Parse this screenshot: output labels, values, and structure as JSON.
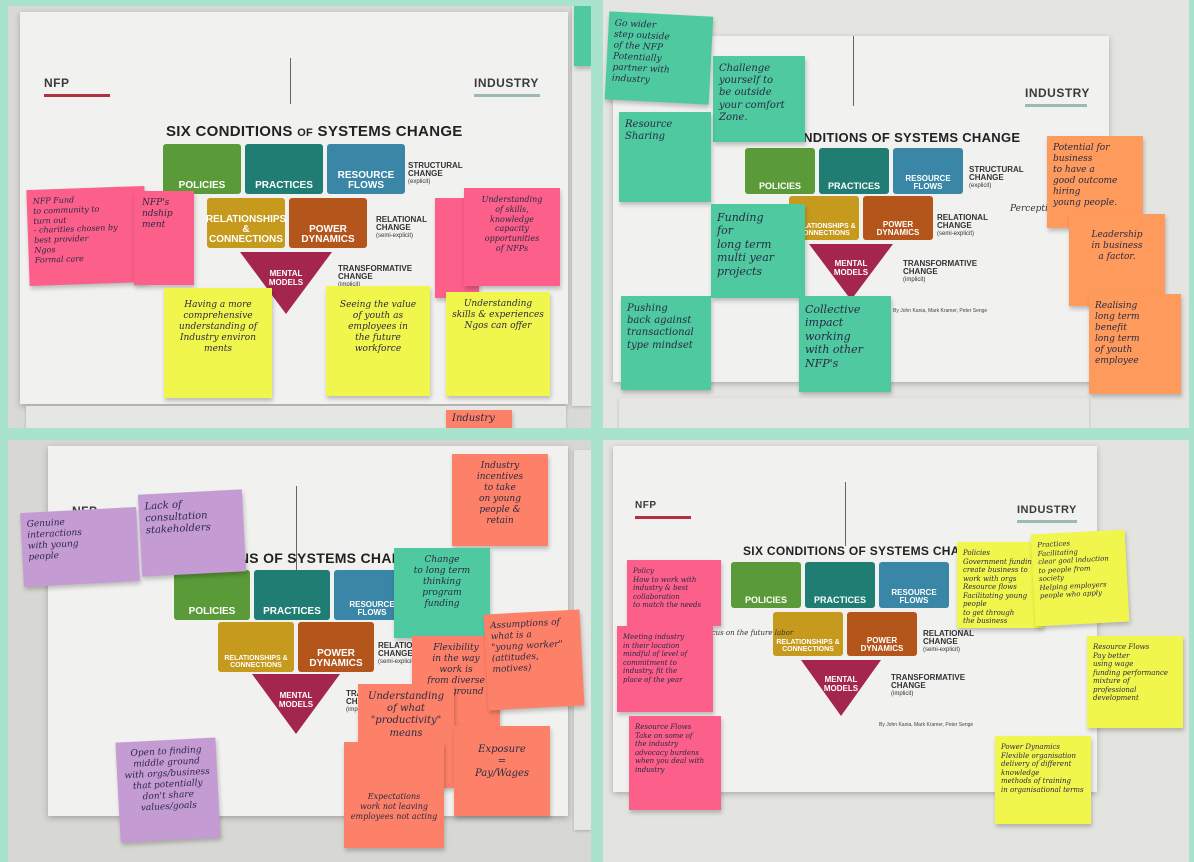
{
  "poster": {
    "nfp_label": "NFP",
    "industry_label": "INDUSTRY",
    "title_main": "SIX CONDITIONS",
    "title_of": "OF",
    "title_rest": "SYSTEMS CHANGE",
    "title_cut": "SIX CONDITIONS OF SYSTEMS CHAN",
    "title_cut_left": "DITIONS OF SYSTEMS CHANGE",
    "title_cut_left2": "CONDITIONS OF SYSTEMS CHANGE",
    "policies": "POLICIES",
    "practices": "PRACTICES",
    "resource_flows": "RESOURCE FLOWS",
    "relationships": "RELATIONSHIPS & CONNECTIONS",
    "power": "POWER DYNAMICS",
    "mental_models": "MENTAL MODELS",
    "structural": "STRUCTURAL CHANGE",
    "structural_sub": "(explicit)",
    "relational": "RELATIONAL CHANGE",
    "relational_sub": "(semi-explicit)",
    "transformative": "TRANSFORMATIVE CHANGE",
    "transformative_sub": "(implicit)",
    "credit": "By John Kania, Mark Kramer, Peter Senge",
    "bottom_tab": "Industry",
    "colors": {
      "policies": "#5a9a38",
      "practices": "#1f7d74",
      "resource_flows": "#3a86a6",
      "relationships": "#c69a1c",
      "power": "#b4561c",
      "mental_models": "#a4264c",
      "nfp_underline": "#b3303e",
      "industry_underline": "#9cb9b7",
      "frame": "#a9e3cd"
    }
  },
  "panels": {
    "top_left": {
      "notes": [
        {
          "text": "NFP Fund\nto community to\nturn out\n- charities chosen by\nbest provider\nNgos\nFormal care",
          "color": "pink"
        },
        {
          "text": "NFP's\nndship\nment",
          "color": "pink"
        },
        {
          "text": "Understanding\nof skills,\nknowledge\ncapacity\nopportunities\nof NFPs",
          "color": "pink"
        },
        {
          "text": "Having a more\ncomprehensive\nunderstanding of\nIndustry environ\nments",
          "color": "yellow"
        },
        {
          "text": "Seeing the value\nof youth as\nemployees in\nthe future\nworkforce",
          "color": "yellow"
        },
        {
          "text": "Understanding\nskills & experiences\nNgos can offer",
          "color": "yellow"
        }
      ]
    },
    "top_right": {
      "notes": [
        {
          "text": "Go wider\nstep outside\nof the NFP\nPotentially\npartner with\nindustry",
          "color": "teal"
        },
        {
          "text": "Challenge\nyourself to\nbe outside\nyour comfort\nZone.",
          "color": "teal"
        },
        {
          "text": "Resource\nSharing",
          "color": "teal"
        },
        {
          "text": "Funding\nfor\nlong term\nmulti year\nprojects",
          "color": "teal"
        },
        {
          "text": "Pushing\nback against\ntransactional\ntype mindset",
          "color": "teal"
        },
        {
          "text": "Collective\nimpact\nworking\nwith other\nNFP's",
          "color": "teal"
        },
        {
          "text": "Potential for\nbusiness\nto have a\ngood outcome\nhiring\nyoung people.",
          "color": "orange"
        },
        {
          "text": "Leadership\nin business\na factor.",
          "color": "orange"
        },
        {
          "text": "Realising\nlong term\nbenefit\nlong term\nof youth employee",
          "color": "orange"
        }
      ],
      "margin_text": "Perceptions"
    },
    "bottom_left": {
      "notes": [
        {
          "text": "Genuine\ninteractions\nwith young\npeople",
          "color": "purple"
        },
        {
          "text": "Lack of\nconsultation\nstakeholders",
          "color": "purple"
        },
        {
          "text": "Industry\nincentives\nto take\non young\npeople &\nretain",
          "color": "salmon"
        },
        {
          "text": "Change\nto long term\nthinking\nprogram\nfunding",
          "color": "teal"
        },
        {
          "text": "Flexibility\nin the way\nwork is\nfrom diverse\nBackground",
          "color": "salmon"
        },
        {
          "text": "Assumptions of\nwhat is a\n\"young worker\"\n(attitudes, motives)",
          "color": "salmon"
        },
        {
          "text": "Open to finding\nmiddle ground\nwith orgs/business\nthat potentially\ndon't share\nvalues/goals",
          "color": "purple"
        },
        {
          "text": "Understanding\nof what\n\"productivity\"\nmeans",
          "color": "salmon"
        },
        {
          "text": "Expectations\nwork not leaving\nemployees not acting",
          "color": "salmon"
        },
        {
          "text": "Exposure\n=\nPay/Wages",
          "color": "salmon"
        }
      ]
    },
    "bottom_right": {
      "notes": [
        {
          "text": "Policy\nHow to work with\nindustry & best\ncollaboration\nto match the needs",
          "color": "pink"
        },
        {
          "text": "Meeting industry\nin their location\nmindful of level of\ncommitment to\nindustry, fit the\nplace of the year",
          "color": "pink"
        },
        {
          "text": "Resource Flows\nTake on some of\nthe industry\nadvocacy burdens\nwhen you deal with\nindustry",
          "color": "pink"
        },
        {
          "text": "Policies\nGovernment funding\ncreate business to\nwork with orgs\nResource flows\nFacilitating young people\nto get through\nthe business",
          "color": "yellow"
        },
        {
          "text": "Practices\nFacilitating\nclear goal induction\nto people from\nsociety\nHelping employers\npeople who apply",
          "color": "yellow"
        },
        {
          "text": "Resource Flows\nPay better\nusing wage\nfunding performance\nmixture of\nprofessional\ndevelopment",
          "color": "yellow"
        },
        {
          "text": "Power Dynamics\nFlexible organisation\ndelivery of different\nknowledge\nmethods of training\nin organisational terms",
          "color": "yellow"
        }
      ],
      "margin_text": "Focus on the future labor"
    }
  }
}
